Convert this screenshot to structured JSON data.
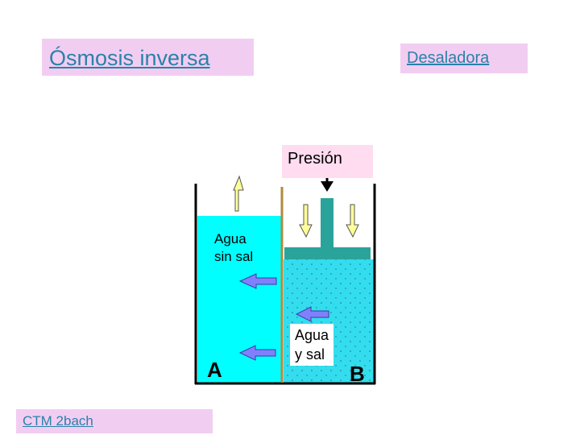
{
  "title": "Ósmosis inversa",
  "desaladora_link": "Desaladora",
  "footer_link": "CTM 2bach",
  "pressure_label": "Presión",
  "compartment_a": {
    "letter": "A",
    "content": [
      "Agua",
      "sin sal"
    ]
  },
  "compartment_b": {
    "letter": "B",
    "content": [
      "Agua",
      "y sal"
    ]
  },
  "colors": {
    "label_bg": "#f2cdf2",
    "link": "#2a82a8",
    "fresh_water": "#00ffff",
    "salt_water": "#33ddee",
    "piston": "#2aa39a",
    "membrane": "#b08a3a",
    "arrow_yellow": "#ffff99",
    "arrow_blue": "#8080ff"
  }
}
